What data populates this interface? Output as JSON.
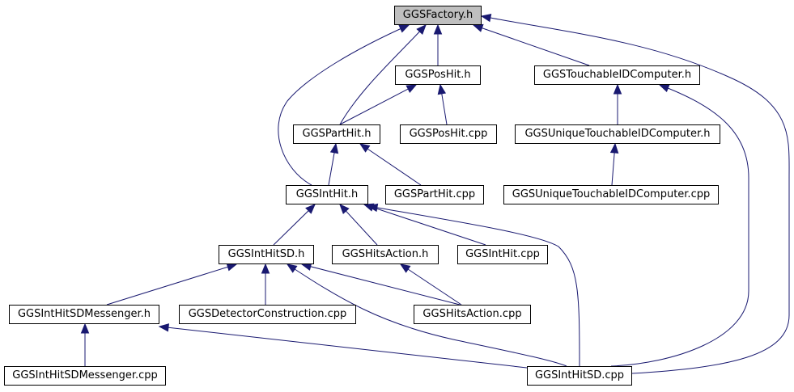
{
  "graph": {
    "root": "GGSFactory.h",
    "edge_color": "#191970",
    "root_fill": "#bfbfbf",
    "nodes": {
      "factory_h": "GGSFactory.h",
      "poshit_h": "GGSPosHit.h",
      "touchable_h": "GGSTouchableIDComputer.h",
      "parthit_h": "GGSPartHit.h",
      "poshit_cpp": "GGSPosHit.cpp",
      "unique_h": "GGSUniqueTouchableIDComputer.h",
      "inthit_h": "GGSIntHit.h",
      "parthit_cpp": "GGSPartHit.cpp",
      "unique_cpp": "GGSUniqueTouchableIDComputer.cpp",
      "inthitsd_h": "GGSIntHitSD.h",
      "hitsaction_h": "GGSHitsAction.h",
      "inthit_cpp": "GGSIntHit.cpp",
      "messenger_h": "GGSIntHitSDMessenger.h",
      "detector_cpp": "GGSDetectorConstruction.cpp",
      "hitsaction_cpp": "GGSHitsAction.cpp",
      "messenger_cpp": "GGSIntHitSDMessenger.cpp",
      "inthitsd_cpp": "GGSIntHitSD.cpp"
    },
    "edges": [
      [
        "factory_h",
        "poshit_h"
      ],
      [
        "factory_h",
        "touchable_h"
      ],
      [
        "factory_h",
        "parthit_h"
      ],
      [
        "factory_h",
        "inthit_h"
      ],
      [
        "factory_h",
        "inthitsd_cpp"
      ],
      [
        "poshit_h",
        "parthit_h"
      ],
      [
        "poshit_h",
        "poshit_cpp"
      ],
      [
        "touchable_h",
        "unique_h"
      ],
      [
        "touchable_h",
        "inthitsd_cpp"
      ],
      [
        "unique_h",
        "unique_cpp"
      ],
      [
        "parthit_h",
        "inthit_h"
      ],
      [
        "parthit_h",
        "parthit_cpp"
      ],
      [
        "inthit_h",
        "inthitsd_h"
      ],
      [
        "inthit_h",
        "hitsaction_h"
      ],
      [
        "inthit_h",
        "inthit_cpp"
      ],
      [
        "inthit_h",
        "inthitsd_cpp"
      ],
      [
        "inthitsd_h",
        "messenger_h"
      ],
      [
        "inthitsd_h",
        "detector_cpp"
      ],
      [
        "inthitsd_h",
        "hitsaction_cpp"
      ],
      [
        "inthitsd_h",
        "inthitsd_cpp"
      ],
      [
        "hitsaction_h",
        "hitsaction_cpp"
      ],
      [
        "messenger_h",
        "messenger_cpp"
      ],
      [
        "messenger_h",
        "inthitsd_cpp"
      ]
    ]
  }
}
